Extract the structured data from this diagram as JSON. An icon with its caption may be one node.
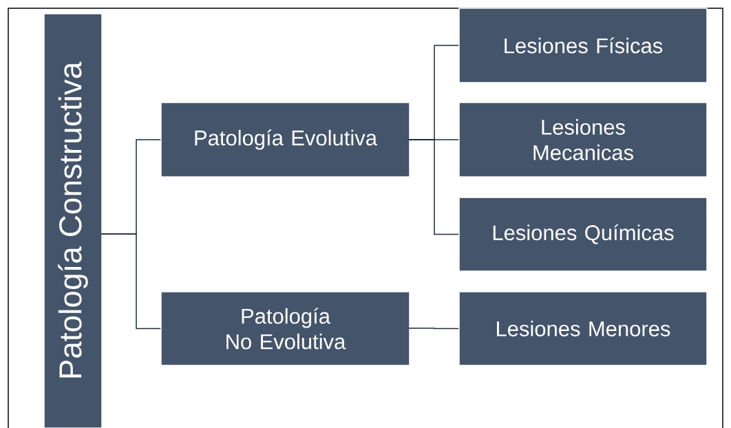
{
  "diagram": {
    "nodes": [
      {
        "text": [
          "Patología Constructiva"
        ]
      },
      {
        "text": [
          "Patología Evolutiva"
        ]
      },
      {
        "text": [
          "Patología No Evolutiva"
        ]
      },
      {
        "text": [
          "Lesiones Físicas"
        ]
      },
      {
        "text": [
          "Lesiones Mecanicas"
        ]
      },
      {
        "text": [
          "Lesiones Químicas"
        ]
      },
      {
        "text": [
          "Lesiones Menores"
        ]
      }
    ],
    "edges": [
      {
        "from": 0,
        "to": 1,
        "arrow": "none"
      },
      {
        "from": 0,
        "to": 2,
        "arrow": "none"
      },
      {
        "from": 1,
        "to": 3,
        "arrow": "none"
      },
      {
        "from": 1,
        "to": 4,
        "arrow": "none"
      },
      {
        "from": 1,
        "to": 5,
        "arrow": "none"
      },
      {
        "from": 2,
        "to": 6,
        "arrow": "none"
      }
    ]
  }
}
